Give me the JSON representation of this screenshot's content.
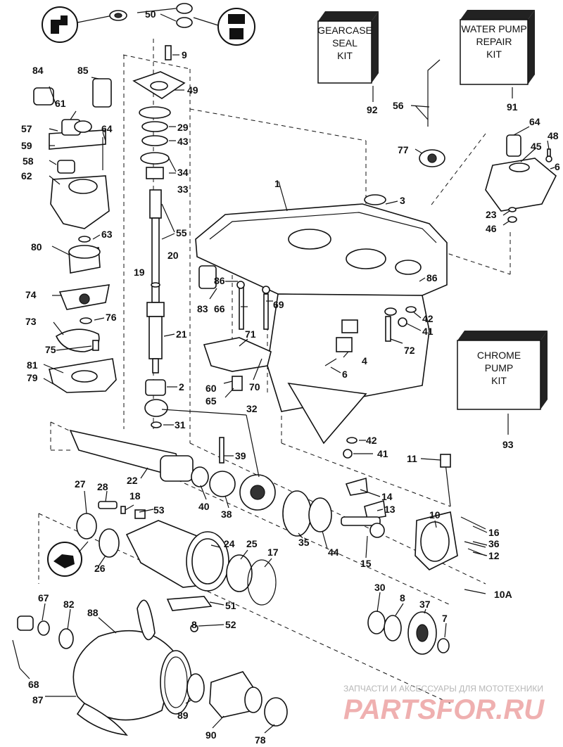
{
  "kits": {
    "gearcase": {
      "line1": "GEARCASE",
      "line2": "SEAL",
      "line3": "KIT",
      "number": "92"
    },
    "water_pump": {
      "line1": "WATER PUMP",
      "line2": "REPAIR",
      "line3": "KIT",
      "number": "91"
    },
    "chrome_pump": {
      "line1": "CHROME",
      "line2": "PUMP",
      "line3": "KIT",
      "number": "93"
    }
  },
  "callouts": {
    "p50": "50",
    "p9": "9",
    "p84": "84",
    "p85": "85",
    "p49": "49",
    "p61": "61",
    "p29": "29",
    "p57": "57",
    "p64a": "64",
    "p43": "43",
    "p59": "59",
    "p34": "34",
    "p58": "58",
    "p33": "33",
    "p62": "62",
    "p55": "55",
    "p63": "63",
    "p80": "80",
    "p20": "20",
    "p19": "19",
    "p74": "74",
    "p76": "76",
    "p73": "73",
    "p21": "21",
    "p75": "75",
    "p81": "81",
    "p79": "79",
    "p2": "2",
    "p31": "31",
    "p32": "32",
    "p56": "56",
    "p77": "77",
    "p64b": "64",
    "p48": "48",
    "p45": "45",
    "p6a": "6",
    "p1": "1",
    "p3": "3",
    "p23": "23",
    "p46": "46",
    "p86a": "86",
    "p83": "83",
    "p66": "66",
    "p69": "69",
    "p86b": "86",
    "p42a": "42",
    "p41a": "41",
    "p71": "71",
    "p72": "72",
    "p4": "4",
    "p6b": "6",
    "p60": "60",
    "p65": "65",
    "p70": "70",
    "p42b": "42",
    "p41b": "41",
    "p11": "11",
    "p39": "39",
    "p22": "22",
    "p27": "27",
    "p28": "28",
    "p18": "18",
    "p40": "40",
    "p38": "38",
    "p53": "53",
    "p14": "14",
    "p13": "13",
    "p10": "10",
    "p16": "16",
    "p36": "36",
    "p12": "12",
    "p35": "35",
    "p44": "44",
    "p15": "15",
    "p24": "24",
    "p25": "25",
    "p17": "17",
    "p26": "26",
    "p10a": "10A",
    "p30": "30",
    "p8a": "8",
    "p37": "37",
    "p7": "7",
    "p67": "67",
    "p82": "82",
    "p88": "88",
    "p51": "51",
    "p8b": "8",
    "p52": "52",
    "p68": "68",
    "p87": "87",
    "p89": "89",
    "p90": "90",
    "p78": "78"
  },
  "watermark": {
    "caption": "ЗАПЧАСТИ И АКСЕССУАРЫ ДЛЯ МОТОТЕХНИКИ",
    "brand": "PARTSFOR.RU"
  }
}
